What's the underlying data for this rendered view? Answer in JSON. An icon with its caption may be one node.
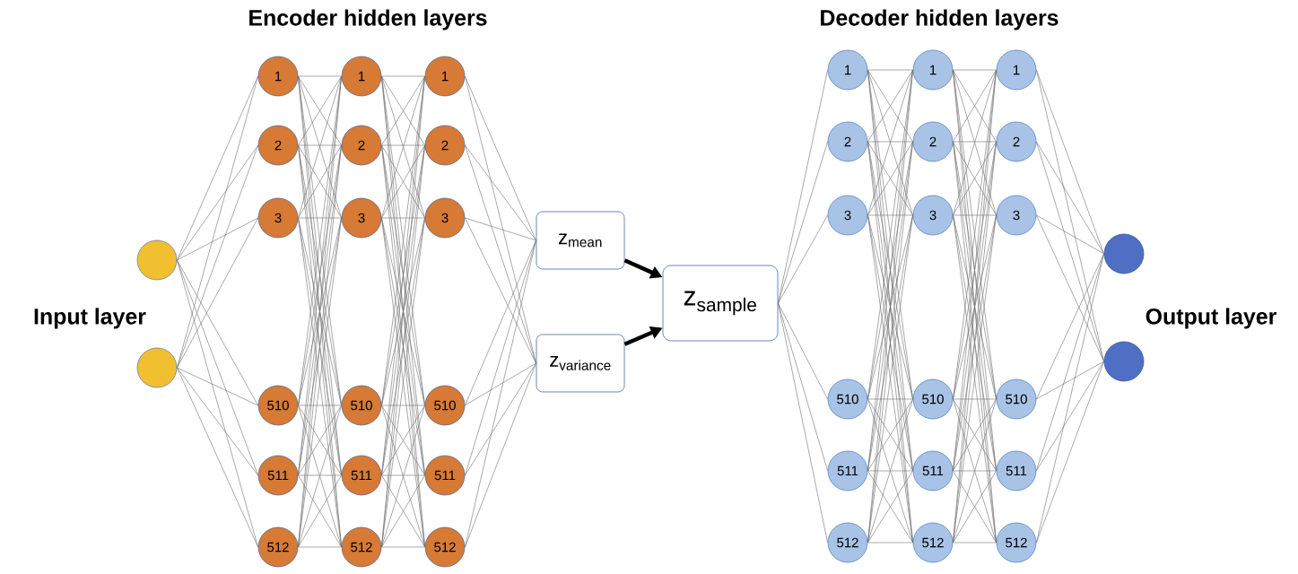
{
  "diagram": {
    "nodes": [
      {
        "text": [],
        "shape": "circle"
      },
      {
        "text": [],
        "shape": "circle"
      },
      {
        "text": [
          "1"
        ]
      },
      {
        "text": [
          "2"
        ]
      },
      {
        "text": [
          "3"
        ]
      },
      {
        "text": [
          "510"
        ]
      },
      {
        "text": [
          "511"
        ]
      },
      {
        "text": [
          "512"
        ]
      },
      {
        "text": [
          "1"
        ]
      },
      {
        "text": [
          "2"
        ]
      },
      {
        "text": [
          "3"
        ]
      },
      {
        "text": [
          "510"
        ]
      },
      {
        "text": [
          "511"
        ]
      },
      {
        "text": [
          "512"
        ]
      },
      {
        "text": [
          "1"
        ]
      },
      {
        "text": [
          "2"
        ]
      },
      {
        "text": [
          "3"
        ]
      },
      {
        "text": [
          "510"
        ]
      },
      {
        "text": [
          "511"
        ]
      },
      {
        "text": [
          "512"
        ]
      },
      {
        "text": [
          "z$_{mean}$"
        ]
      },
      {
        "text": [
          "z$_{variance}$"
        ]
      },
      {
        "text": [
          "z$_{sample}$"
        ]
      },
      {
        "text": [
          "1"
        ]
      },
      {
        "text": [
          "2"
        ]
      },
      {
        "text": [
          "3"
        ]
      },
      {
        "text": [
          "510"
        ]
      },
      {
        "text": [
          "511"
        ]
      },
      {
        "text": [
          "512"
        ]
      },
      {
        "text": [
          "1"
        ]
      },
      {
        "text": [
          "2"
        ]
      },
      {
        "text": [
          "3"
        ]
      },
      {
        "text": [
          "510"
        ]
      },
      {
        "text": [
          "511"
        ]
      },
      {
        "text": [
          "512"
        ]
      },
      {
        "text": [
          "1"
        ]
      },
      {
        "text": [
          "2"
        ]
      },
      {
        "text": [
          "3"
        ]
      },
      {
        "text": [
          "510"
        ]
      },
      {
        "text": [
          "511"
        ]
      },
      {
        "text": [
          "512"
        ]
      },
      {
        "text": [],
        "shape": "circle"
      },
      {
        "text": [],
        "shape": "circle"
      }
    ],
    "edges": [
      {
        "from": 0,
        "to": 2,
        "arrow": "none"
      },
      {
        "from": 0,
        "to": 3,
        "arrow": "none"
      },
      {
        "from": 0,
        "to": 4,
        "arrow": "none"
      },
      {
        "from": 0,
        "to": 5,
        "arrow": "none"
      },
      {
        "from": 0,
        "to": 6,
        "arrow": "none"
      },
      {
        "from": 0,
        "to": 7,
        "arrow": "none"
      },
      {
        "from": 1,
        "to": 2,
        "arrow": "none"
      },
      {
        "from": 1,
        "to": 3,
        "arrow": "none"
      },
      {
        "from": 1,
        "to": 4,
        "arrow": "none"
      },
      {
        "from": 1,
        "to": 5,
        "arrow": "none"
      },
      {
        "from": 1,
        "to": 6,
        "arrow": "none"
      },
      {
        "from": 1,
        "to": 7,
        "arrow": "none"
      },
      {
        "from": 2,
        "to": 8,
        "arrow": "none"
      },
      {
        "from": 2,
        "to": 9,
        "arrow": "none"
      },
      {
        "from": 2,
        "to": 10,
        "arrow": "none"
      },
      {
        "from": 2,
        "to": 11,
        "arrow": "none"
      },
      {
        "from": 2,
        "to": 12,
        "arrow": "none"
      },
      {
        "from": 2,
        "to": 13,
        "arrow": "none"
      },
      {
        "from": 3,
        "to": 8,
        "arrow": "none"
      },
      {
        "from": 3,
        "to": 9,
        "arrow": "none"
      },
      {
        "from": 3,
        "to": 10,
        "arrow": "none"
      },
      {
        "from": 3,
        "to": 11,
        "arrow": "none"
      },
      {
        "from": 3,
        "to": 12,
        "arrow": "none"
      },
      {
        "from": 3,
        "to": 13,
        "arrow": "none"
      },
      {
        "from": 4,
        "to": 8,
        "arrow": "none"
      },
      {
        "from": 4,
        "to": 9,
        "arrow": "none"
      },
      {
        "from": 4,
        "to": 10,
        "arrow": "none"
      },
      {
        "from": 4,
        "to": 11,
        "arrow": "none"
      },
      {
        "from": 4,
        "to": 12,
        "arrow": "none"
      },
      {
        "from": 4,
        "to": 13,
        "arrow": "none"
      },
      {
        "from": 5,
        "to": 8,
        "arrow": "none"
      },
      {
        "from": 5,
        "to": 9,
        "arrow": "none"
      },
      {
        "from": 5,
        "to": 10,
        "arrow": "none"
      },
      {
        "from": 5,
        "to": 11,
        "arrow": "none"
      },
      {
        "from": 5,
        "to": 12,
        "arrow": "none"
      },
      {
        "from": 5,
        "to": 13,
        "arrow": "none"
      },
      {
        "from": 6,
        "to": 8,
        "arrow": "none"
      },
      {
        "from": 6,
        "to": 9,
        "arrow": "none"
      },
      {
        "from": 6,
        "to": 10,
        "arrow": "none"
      },
      {
        "from": 6,
        "to": 11,
        "arrow": "none"
      },
      {
        "from": 6,
        "to": 12,
        "arrow": "none"
      },
      {
        "from": 6,
        "to": 13,
        "arrow": "none"
      },
      {
        "from": 7,
        "to": 8,
        "arrow": "none"
      },
      {
        "from": 7,
        "to": 9,
        "arrow": "none"
      },
      {
        "from": 7,
        "to": 10,
        "arrow": "none"
      },
      {
        "from": 7,
        "to": 11,
        "arrow": "none"
      },
      {
        "from": 7,
        "to": 12,
        "arrow": "none"
      },
      {
        "from": 7,
        "to": 13,
        "arrow": "none"
      },
      {
        "from": 8,
        "to": 14,
        "arrow": "none"
      },
      {
        "from": 8,
        "to": 15,
        "arrow": "none"
      },
      {
        "from": 8,
        "to": 16,
        "arrow": "none"
      },
      {
        "from": 8,
        "to": 17,
        "arrow": "none"
      },
      {
        "from": 8,
        "to": 18,
        "arrow": "none"
      },
      {
        "from": 8,
        "to": 19,
        "arrow": "none"
      },
      {
        "from": 9,
        "to": 14,
        "arrow": "none"
      },
      {
        "from": 9,
        "to": 15,
        "arrow": "none"
      },
      {
        "from": 9,
        "to": 16,
        "arrow": "none"
      },
      {
        "from": 9,
        "to": 17,
        "arrow": "none"
      },
      {
        "from": 9,
        "to": 18,
        "arrow": "none"
      },
      {
        "from": 9,
        "to": 19,
        "arrow": "none"
      },
      {
        "from": 10,
        "to": 14,
        "arrow": "none"
      },
      {
        "from": 10,
        "to": 15,
        "arrow": "none"
      },
      {
        "from": 10,
        "to": 16,
        "arrow": "none"
      },
      {
        "from": 10,
        "to": 17,
        "arrow": "none"
      },
      {
        "from": 10,
        "to": 18,
        "arrow": "none"
      },
      {
        "from": 10,
        "to": 19,
        "arrow": "none"
      },
      {
        "from": 11,
        "to": 14,
        "arrow": "none"
      },
      {
        "from": 11,
        "to": 15,
        "arrow": "none"
      },
      {
        "from": 11,
        "to": 16,
        "arrow": "none"
      },
      {
        "from": 11,
        "to": 17,
        "arrow": "none"
      },
      {
        "from": 11,
        "to": 18,
        "arrow": "none"
      },
      {
        "from": 11,
        "to": 19,
        "arrow": "none"
      },
      {
        "from": 12,
        "to": 14,
        "arrow": "none"
      },
      {
        "from": 12,
        "to": 15,
        "arrow": "none"
      },
      {
        "from": 12,
        "to": 16,
        "arrow": "none"
      },
      {
        "from": 12,
        "to": 17,
        "arrow": "none"
      },
      {
        "from": 12,
        "to": 18,
        "arrow": "none"
      },
      {
        "from": 12,
        "to": 19,
        "arrow": "none"
      },
      {
        "from": 13,
        "to": 14,
        "arrow": "none"
      },
      {
        "from": 13,
        "to": 15,
        "arrow": "none"
      },
      {
        "from": 13,
        "to": 16,
        "arrow": "none"
      },
      {
        "from": 13,
        "to": 17,
        "arrow": "none"
      },
      {
        "from": 13,
        "to": 18,
        "arrow": "none"
      },
      {
        "from": 13,
        "to": 19,
        "arrow": "none"
      },
      {
        "from": 14,
        "to": 20,
        "arrow": "none"
      },
      {
        "from": 14,
        "to": 21,
        "arrow": "none"
      },
      {
        "from": 15,
        "to": 20,
        "arrow": "none"
      },
      {
        "from": 15,
        "to": 21,
        "arrow": "none"
      },
      {
        "from": 16,
        "to": 20,
        "arrow": "none"
      },
      {
        "from": 16,
        "to": 21,
        "arrow": "none"
      },
      {
        "from": 17,
        "to": 20,
        "arrow": "none"
      },
      {
        "from": 17,
        "to": 21,
        "arrow": "none"
      },
      {
        "from": 18,
        "to": 20,
        "arrow": "none"
      },
      {
        "from": 18,
        "to": 21,
        "arrow": "none"
      },
      {
        "from": 19,
        "to": 20,
        "arrow": "none"
      },
      {
        "from": 19,
        "to": 21,
        "arrow": "none"
      },
      {
        "from": 20,
        "to": 22,
        "arrow": "to",
        "style": "thick",
        "color": "#000000"
      },
      {
        "from": 21,
        "to": 22,
        "arrow": "to",
        "style": "thick",
        "color": "#000000"
      },
      {
        "from": 22,
        "to": 23,
        "arrow": "none"
      },
      {
        "from": 22,
        "to": 24,
        "arrow": "none"
      },
      {
        "from": 22,
        "to": 25,
        "arrow": "none"
      },
      {
        "from": 22,
        "to": 26,
        "arrow": "none"
      },
      {
        "from": 22,
        "to": 27,
        "arrow": "none"
      },
      {
        "from": 22,
        "to": 28,
        "arrow": "none"
      },
      {
        "from": 23,
        "to": 29,
        "arrow": "none"
      },
      {
        "from": 23,
        "to": 30,
        "arrow": "none"
      },
      {
        "from": 23,
        "to": 31,
        "arrow": "none"
      },
      {
        "from": 23,
        "to": 32,
        "arrow": "none"
      },
      {
        "from": 23,
        "to": 33,
        "arrow": "none"
      },
      {
        "from": 23,
        "to": 34,
        "arrow": "none"
      },
      {
        "from": 24,
        "to": 29,
        "arrow": "none"
      },
      {
        "from": 24,
        "to": 30,
        "arrow": "none"
      },
      {
        "from": 24,
        "to": 31,
        "arrow": "none"
      },
      {
        "from": 24,
        "to": 32,
        "arrow": "none"
      },
      {
        "from": 24,
        "to": 33,
        "arrow": "none"
      },
      {
        "from": 24,
        "to": 34,
        "arrow": "none"
      },
      {
        "from": 25,
        "to": 29,
        "arrow": "none"
      },
      {
        "from": 25,
        "to": 30,
        "arrow": "none"
      },
      {
        "from": 25,
        "to": 31,
        "arrow": "none"
      },
      {
        "from": 25,
        "to": 32,
        "arrow": "none"
      },
      {
        "from": 25,
        "to": 33,
        "arrow": "none"
      },
      {
        "from": 25,
        "to": 34,
        "arrow": "none"
      },
      {
        "from": 26,
        "to": 29,
        "arrow": "none"
      },
      {
        "from": 26,
        "to": 30,
        "arrow": "none"
      },
      {
        "from": 26,
        "to": 31,
        "arrow": "none"
      },
      {
        "from": 26,
        "to": 32,
        "arrow": "none"
      },
      {
        "from": 26,
        "to": 33,
        "arrow": "none"
      },
      {
        "from": 26,
        "to": 34,
        "arrow": "none"
      },
      {
        "from": 27,
        "to": 29,
        "arrow": "none"
      },
      {
        "from": 27,
        "to": 30,
        "arrow": "none"
      },
      {
        "from": 27,
        "to": 31,
        "arrow": "none"
      },
      {
        "from": 27,
        "to": 32,
        "arrow": "none"
      },
      {
        "from": 27,
        "to": 33,
        "arrow": "none"
      },
      {
        "from": 27,
        "to": 34,
        "arrow": "none"
      },
      {
        "from": 28,
        "to": 29,
        "arrow": "none"
      },
      {
        "from": 28,
        "to": 30,
        "arrow": "none"
      },
      {
        "from": 28,
        "to": 31,
        "arrow": "none"
      },
      {
        "from": 28,
        "to": 32,
        "arrow": "none"
      },
      {
        "from": 28,
        "to": 33,
        "arrow": "none"
      },
      {
        "from": 28,
        "to": 34,
        "arrow": "none"
      },
      {
        "from": 29,
        "to": 35,
        "arrow": "none"
      },
      {
        "from": 29,
        "to": 36,
        "arrow": "none"
      },
      {
        "from": 29,
        "to": 37,
        "arrow": "none"
      },
      {
        "from": 29,
        "to": 38,
        "arrow": "none"
      },
      {
        "from": 29,
        "to": 39,
        "arrow": "none"
      },
      {
        "from": 29,
        "to": 40,
        "arrow": "none"
      },
      {
        "from": 30,
        "to": 35,
        "arrow": "none"
      },
      {
        "from": 30,
        "to": 36,
        "arrow": "none"
      },
      {
        "from": 30,
        "to": 37,
        "arrow": "none"
      },
      {
        "from": 30,
        "to": 38,
        "arrow": "none"
      },
      {
        "from": 30,
        "to": 39,
        "arrow": "none"
      },
      {
        "from": 30,
        "to": 40,
        "arrow": "none"
      },
      {
        "from": 31,
        "to": 35,
        "arrow": "none"
      },
      {
        "from": 31,
        "to": 36,
        "arrow": "none"
      },
      {
        "from": 31,
        "to": 37,
        "arrow": "none"
      },
      {
        "from": 31,
        "to": 38,
        "arrow": "none"
      },
      {
        "from": 31,
        "to": 39,
        "arrow": "none"
      },
      {
        "from": 31,
        "to": 40,
        "arrow": "none"
      },
      {
        "from": 32,
        "to": 35,
        "arrow": "none"
      },
      {
        "from": 32,
        "to": 36,
        "arrow": "none"
      },
      {
        "from": 32,
        "to": 37,
        "arrow": "none"
      },
      {
        "from": 32,
        "to": 38,
        "arrow": "none"
      },
      {
        "from": 32,
        "to": 39,
        "arrow": "none"
      },
      {
        "from": 32,
        "to": 40,
        "arrow": "none"
      },
      {
        "from": 33,
        "to": 35,
        "arrow": "none"
      },
      {
        "from": 33,
        "to": 36,
        "arrow": "none"
      },
      {
        "from": 33,
        "to": 37,
        "arrow": "none"
      },
      {
        "from": 33,
        "to": 38,
        "arrow": "none"
      },
      {
        "from": 33,
        "to": 39,
        "arrow": "none"
      },
      {
        "from": 33,
        "to": 40,
        "arrow": "none"
      },
      {
        "from": 34,
        "to": 35,
        "arrow": "none"
      },
      {
        "from": 34,
        "to": 36,
        "arrow": "none"
      },
      {
        "from": 34,
        "to": 37,
        "arrow": "none"
      },
      {
        "from": 34,
        "to": 38,
        "arrow": "none"
      },
      {
        "from": 34,
        "to": 39,
        "arrow": "none"
      },
      {
        "from": 34,
        "to": 40,
        "arrow": "none"
      },
      {
        "from": 35,
        "to": 41,
        "arrow": "none"
      },
      {
        "from": 35,
        "to": 42,
        "arrow": "none"
      },
      {
        "from": 36,
        "to": 41,
        "arrow": "none"
      },
      {
        "from": 36,
        "to": 42,
        "arrow": "none"
      },
      {
        "from": 37,
        "to": 41,
        "arrow": "none"
      },
      {
        "from": 37,
        "to": 42,
        "arrow": "none"
      },
      {
        "from": 38,
        "to": 41,
        "arrow": "none"
      },
      {
        "from": 38,
        "to": 42,
        "arrow": "none"
      },
      {
        "from": 39,
        "to": 41,
        "arrow": "none"
      },
      {
        "from": 39,
        "to": 42,
        "arrow": "none"
      },
      {
        "from": 40,
        "to": 41,
        "arrow": "none"
      },
      {
        "from": 40,
        "to": 42,
        "arrow": "none"
      }
    ],
    "labels": [
      "Encoder hidden layers",
      "Decoder hidden layers",
      "Input layer",
      "Output layer"
    ]
  }
}
